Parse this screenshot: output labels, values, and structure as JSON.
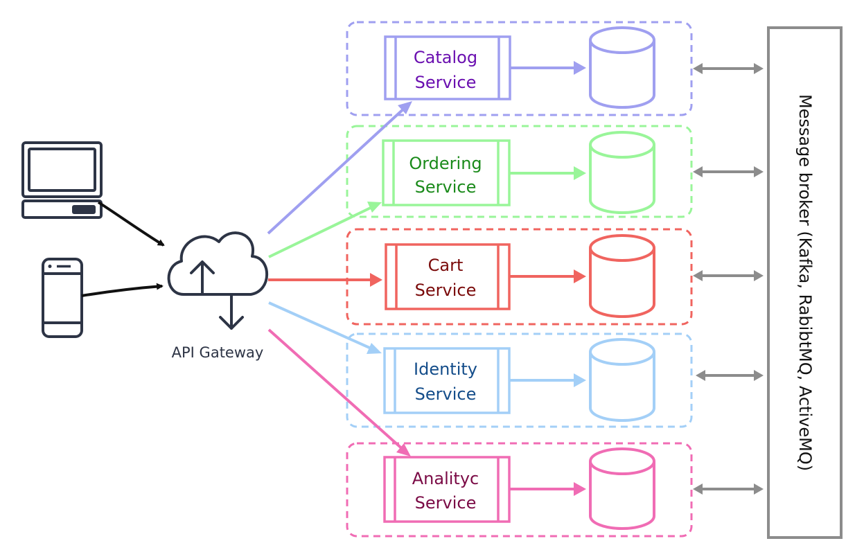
{
  "gateway": {
    "label": "API Gateway"
  },
  "broker": {
    "label": "Message broker (Kafka, RabibtMQ, ActiveMQ)"
  },
  "clients": [
    {
      "name": "desktop-client",
      "icon": "desktop-computer-icon"
    },
    {
      "name": "mobile-client",
      "icon": "mobile-phone-icon"
    }
  ],
  "services": [
    {
      "line1": "Catalog",
      "line2": "Service",
      "color": "#9f9ff0",
      "text_color": "#6a0fb0"
    },
    {
      "line1": "Ordering",
      "line2": "Service",
      "color": "#99f599",
      "text_color": "#1a8a1a"
    },
    {
      "line1": "Cart",
      "line2": "Service",
      "color": "#f0645f",
      "text_color": "#7a0a0a"
    },
    {
      "line1": "Identity",
      "line2": "Service",
      "color": "#a3cff7",
      "text_color": "#144d8a"
    },
    {
      "line1": "Analityc",
      "line2": "Service",
      "color": "#f06cb4",
      "text_color": "#7a0a45"
    }
  ],
  "colors": {
    "ink": "#111111",
    "gateway": "#2d3445",
    "broker_arrow": "#8c8c8c",
    "broker_border": "#8c8c8c"
  }
}
